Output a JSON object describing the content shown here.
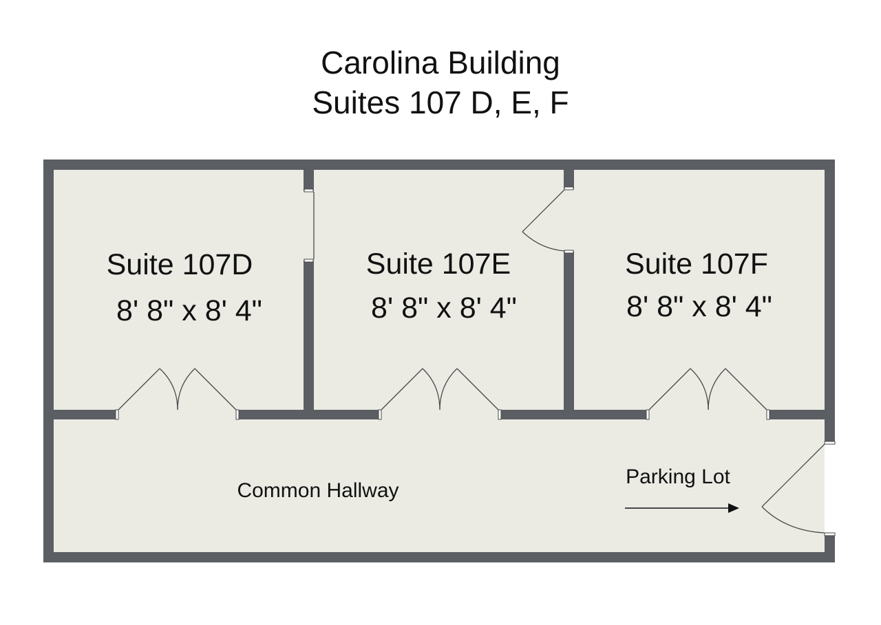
{
  "title": {
    "line1": "Carolina Building",
    "line2": "Suites 107 D, E, F"
  },
  "rooms": [
    {
      "name": "Suite 107D",
      "dimensions": "8' 8\" x 8' 4\""
    },
    {
      "name": "Suite 107E",
      "dimensions": "8' 8\" x 8' 4\""
    },
    {
      "name": "Suite 107F",
      "dimensions": "8' 8\" x 8' 4\""
    }
  ],
  "hallway": {
    "label": "Common Hallway"
  },
  "exit": {
    "label": "Parking Lot",
    "arrow": "right-arrow-icon"
  },
  "colors": {
    "wall": "#5b5e63",
    "floor": "#ebebE4",
    "text": "#111111"
  }
}
